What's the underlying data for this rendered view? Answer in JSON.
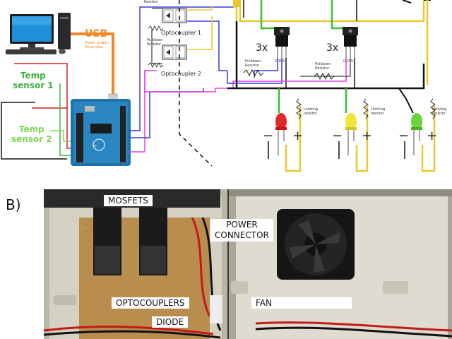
{
  "panel_b_label": "B)",
  "schematic": {
    "usb_label": "USB",
    "usb_sub_line1": "Power supply",
    "usb_sub_line2": "Temp data",
    "temp_sensor_1": [
      "Temp",
      "sensor 1"
    ],
    "temp_sensor_2": [
      "Temp",
      "sensor 2"
    ],
    "resistor_top_label": "Resistor",
    "pulldown_label": [
      "Pulldown",
      "Resistor"
    ],
    "optocoupler_1": "Optocoupler 1",
    "optocoupler_2": "Optocoupler 2",
    "mosfet_count_left": "3x",
    "mosfet_count_right": "3x",
    "gds_left": "G D S",
    "gds_right": "G D S",
    "mosfet_pulldown_left": [
      "Pulldown",
      "Resistor"
    ],
    "mosfet_pulldown_right": [
      "Pulldown",
      "Resistor"
    ],
    "limiting_resistor": [
      "Limiting",
      "resistor"
    ],
    "minus": "−",
    "plus": "+"
  },
  "photo": {
    "mosfets": "MOSFETS",
    "power_connector": [
      "POWER",
      "CONNECTOR"
    ],
    "optocouplers": "OPTOCOUPLERS",
    "diode": "DIODE",
    "fan": "FAN"
  },
  "colors": {
    "usb_orange": "#f08a24",
    "sensor_green": "#3cb043",
    "wire_blue": "#3a3adb",
    "wire_magenta": "#e040e0",
    "wire_yellow": "#e9c832",
    "wire_green": "#3dbf2f",
    "wire_red": "#d32020"
  }
}
